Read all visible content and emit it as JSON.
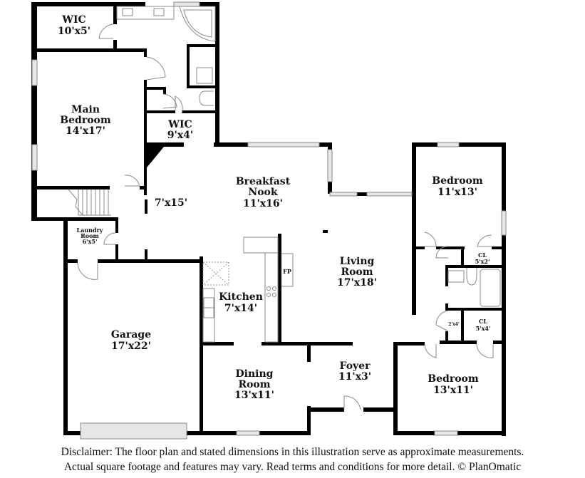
{
  "floorplan": {
    "rooms": [
      {
        "id": "wic-1",
        "name": "WIC",
        "dims": "10'x5'"
      },
      {
        "id": "main-bedroom",
        "name_line1": "Main",
        "name_line2": "Bedroom",
        "dims": "14'x17'"
      },
      {
        "id": "wic-2",
        "name": "WIC",
        "dims": "9'x4'"
      },
      {
        "id": "hall",
        "dims": "7'x15'"
      },
      {
        "id": "breakfast-nook",
        "name_line1": "Breakfast",
        "name_line2": "Nook",
        "dims": "11'x16'"
      },
      {
        "id": "laundry-room",
        "name_line1": "Laundry",
        "name_line2": "Room",
        "dims": "6'x5'"
      },
      {
        "id": "bedroom-2",
        "name": "Bedroom",
        "dims": "11'x13'"
      },
      {
        "id": "closet-1",
        "name": "CL",
        "dims": "5'x2'"
      },
      {
        "id": "living-room",
        "name_line1": "Living",
        "name_line2": "Room",
        "dims": "17'x18'"
      },
      {
        "id": "kitchen",
        "name": "Kitchen",
        "dims": "7'x14'"
      },
      {
        "id": "fireplace",
        "name": "FP"
      },
      {
        "id": "garage",
        "name": "Garage",
        "dims": "17'x22'"
      },
      {
        "id": "closet-small",
        "dims": "2'x4'"
      },
      {
        "id": "closet-2",
        "name": "CL",
        "dims": "5'x4'"
      },
      {
        "id": "dining-room",
        "name_line1": "Dining",
        "name_line2": "Room",
        "dims": "13'x11'"
      },
      {
        "id": "foyer",
        "name": "Foyer",
        "dims": "11'x3'"
      },
      {
        "id": "bedroom-3",
        "name": "Bedroom",
        "dims": "13'x11'"
      }
    ]
  },
  "disclaimer": {
    "line1": "Disclaimer: The floor plan and stated dimensions in this illustration serve as approximate measurements.",
    "line2": "Actual square footage and features may vary. Read terms and conditions for more detail. © PlanOmatic"
  }
}
